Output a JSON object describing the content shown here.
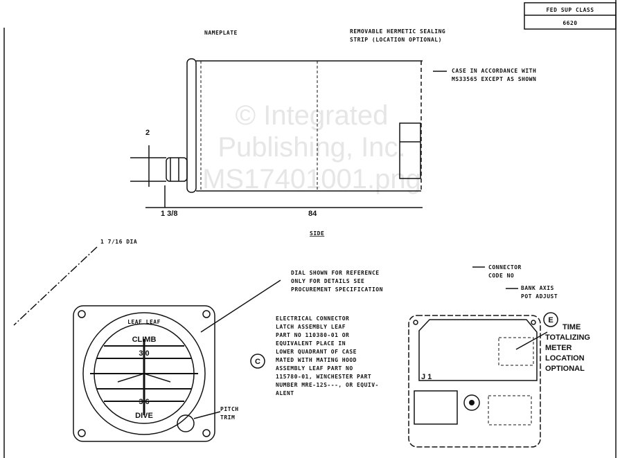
{
  "title_block": {
    "line1": "FED SUP CLASS",
    "line2": "6620"
  },
  "side_view": {
    "nameplate": "NAMEPLATE",
    "strip_line1": "REMOVABLE HERMETIC SEALING",
    "strip_line2": "STRIP (LOCATION OPTIONAL)",
    "case_line1": "CASE IN ACCORDANCE WITH",
    "case_line2": "MS33565 EXCEPT AS SHOWN",
    "dim_height": "2",
    "dim_connector": "1 3/8",
    "dim_length": "84",
    "label": "SIDE"
  },
  "front_view": {
    "dia_label": "1 7/16 DIA",
    "dial_note_line1": "DIAL SHOWN FOR REFERENCE",
    "dial_note_line2": "ONLY  FOR DETAILS SEE",
    "dial_note_line3": "PROCUREMENT SPECIFICATION",
    "climb": "CLIMB",
    "dive": "DIVE",
    "upper_value": "3 0",
    "lower_value": "3 6",
    "scale_text": "LEAF  LEAF",
    "pitch_trim_line1": "PITCH",
    "pitch_trim_line2": "TRIM"
  },
  "connector_note": {
    "marker": "C",
    "lines": [
      "ELECTRICAL CONNECTOR",
      "LATCH ASSEMBLY LEAF",
      "PART NO  110380-01 OR",
      "EQUIVALENT   PLACE IN",
      "LOWER QUADRANT OF CASE",
      "   MATED WITH MATING HOOD",
      "ASSEMBLY LEAF PART NO",
      "115780-01, WINCHESTER PART",
      "NUMBER MRE-12S---, OR EQUIV-",
      "ALENT"
    ]
  },
  "rear_view": {
    "connector_line1": "CONNECTOR",
    "connector_line2": "CODE NO",
    "pitch_line1": "BANK AXIS",
    "pitch_line2": "POT  ADJUST",
    "marker": "E",
    "meter_lines": [
      "TIME",
      "TOTALIZING",
      "METER",
      "LOCATION",
      "OPTIONAL"
    ],
    "jack_label": "J 1"
  },
  "watermark": {
    "line1": "© Integrated",
    "line2": "Publishing, Inc.",
    "line3": "MS17401001.png"
  }
}
